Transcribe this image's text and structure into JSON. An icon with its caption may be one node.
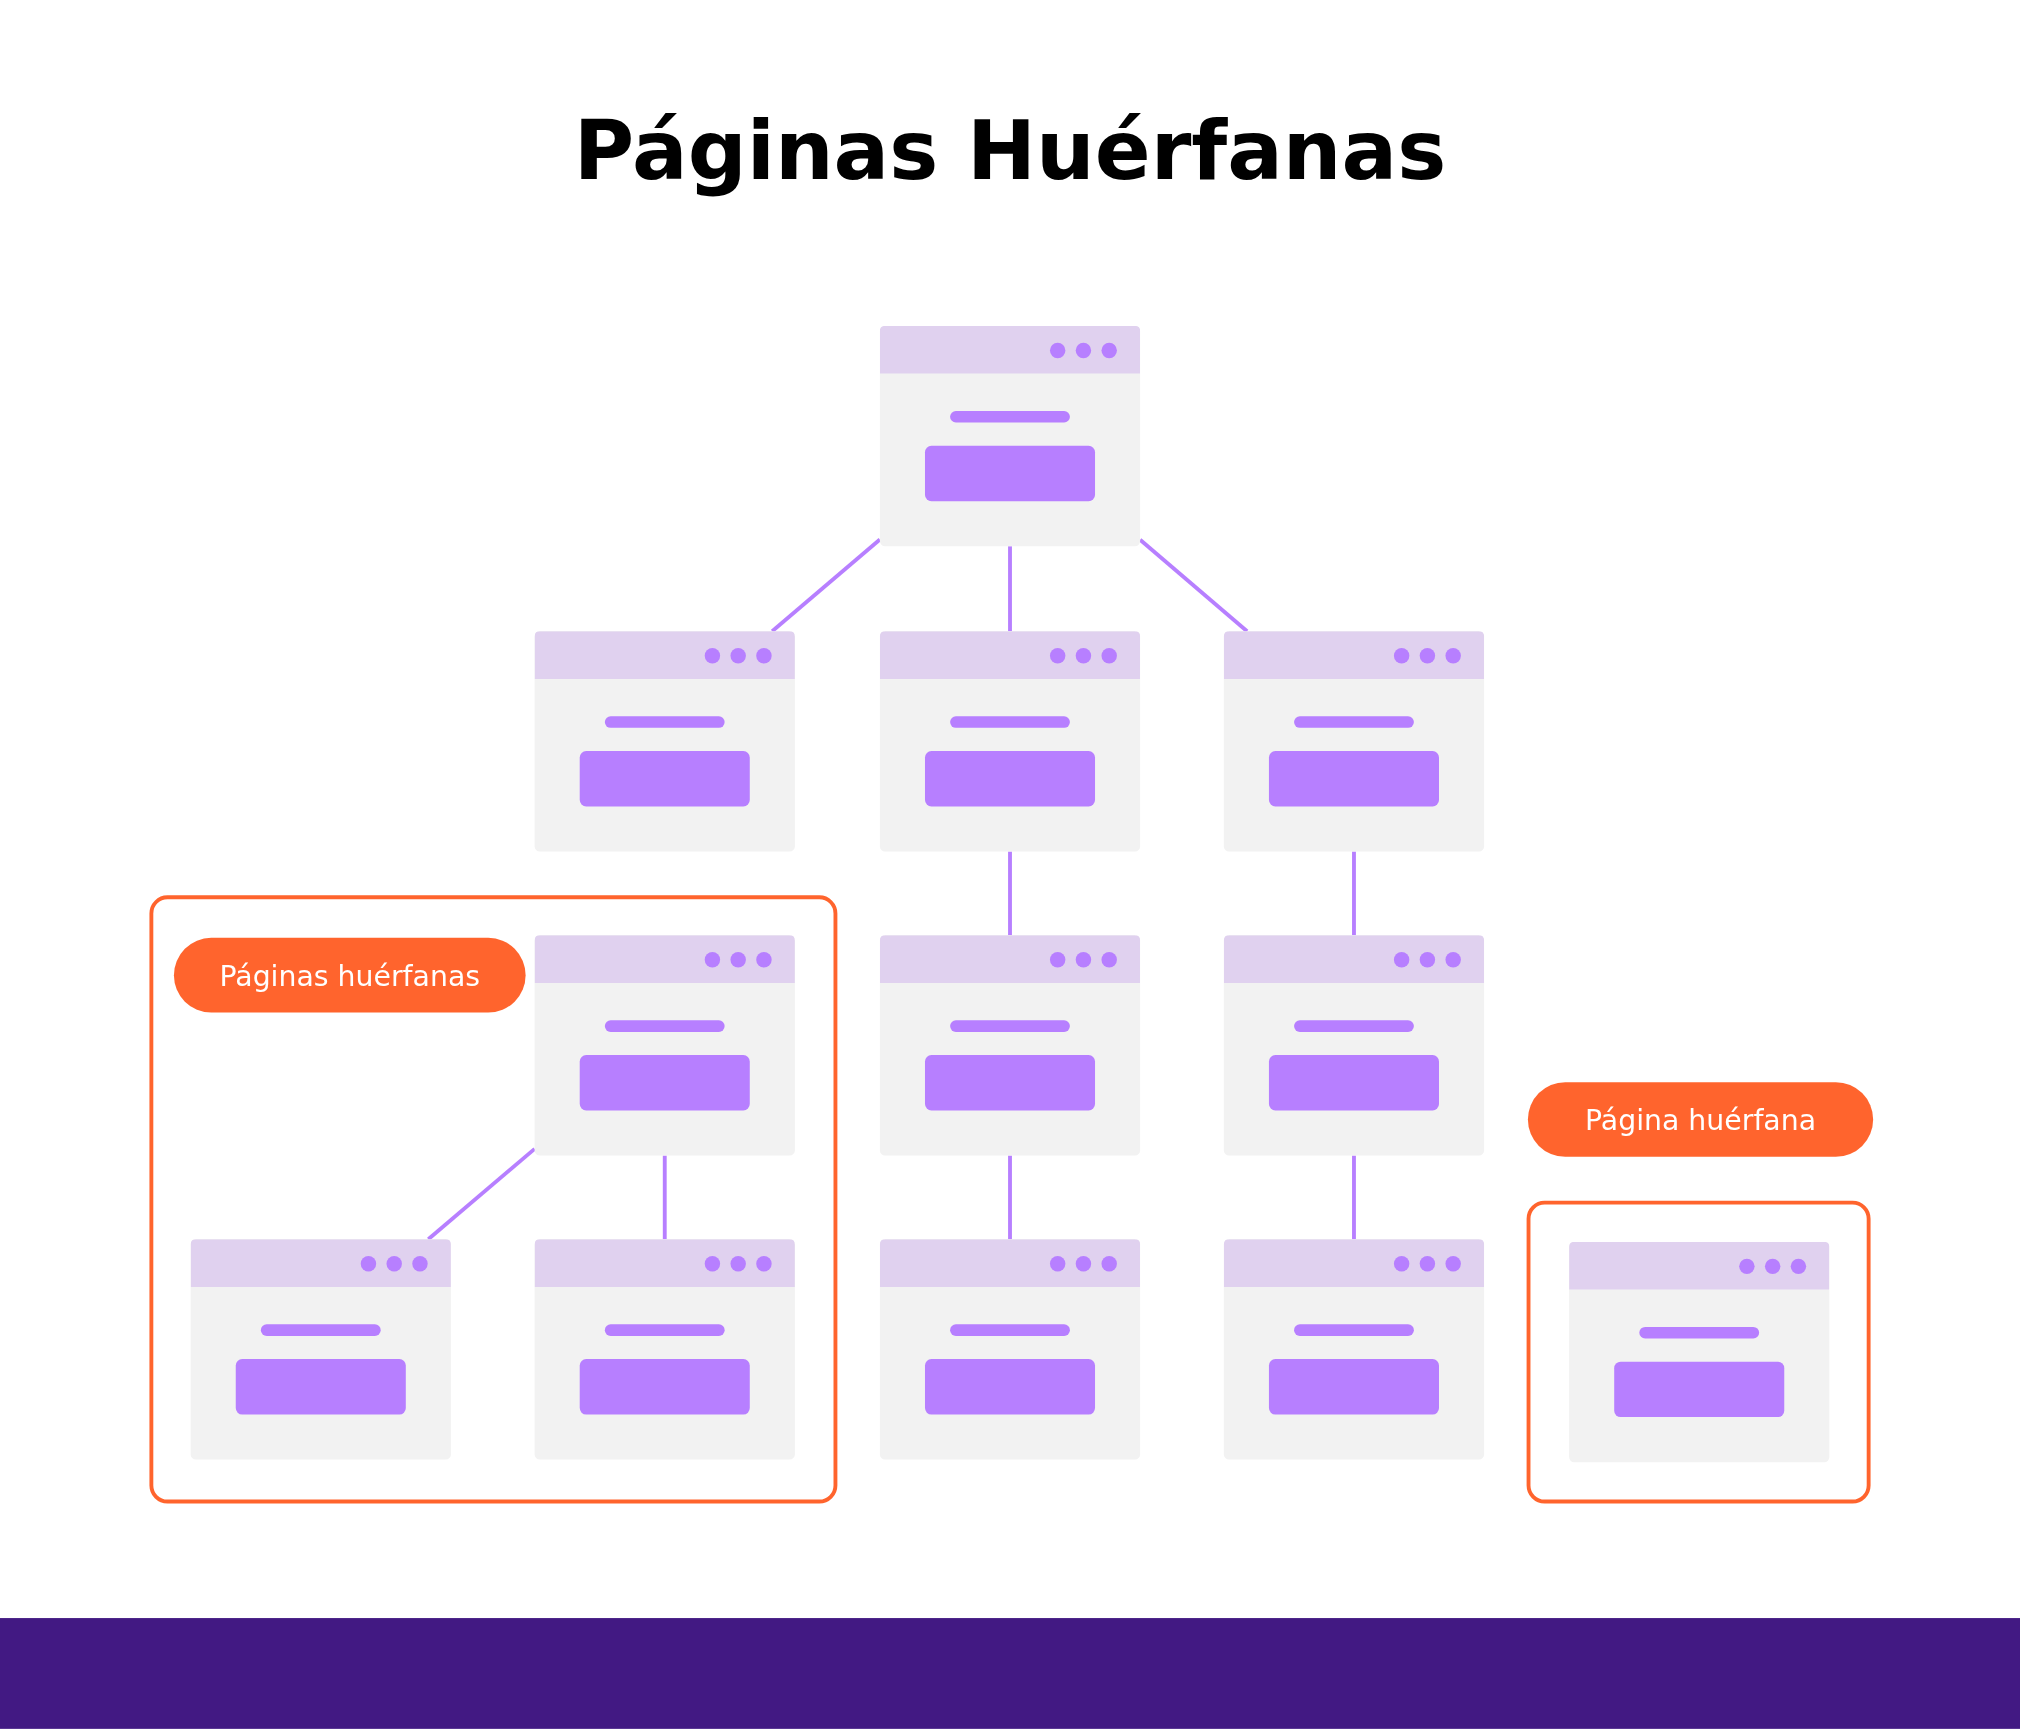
{
  "diagram": {
    "title": "Páginas Huérfanas",
    "nodes": [
      {
        "text": [],
        "shape": "box"
      },
      {
        "text": [],
        "shape": "box"
      },
      {
        "text": [],
        "shape": "box"
      },
      {
        "text": [],
        "shape": "box"
      },
      {
        "text": [
          "Páginas huérfanas"
        ]
      },
      {
        "text": [],
        "shape": "box",
        "in": 4
      },
      {
        "text": [],
        "shape": "box"
      },
      {
        "text": [],
        "shape": "box"
      },
      {
        "text": [],
        "shape": "box",
        "in": 4
      },
      {
        "text": [],
        "shape": "box",
        "in": 4
      },
      {
        "text": [],
        "shape": "box"
      },
      {
        "text": [],
        "shape": "box"
      },
      {
        "text": [
          "Página huérfana"
        ]
      },
      {
        "text": [],
        "shape": "box",
        "in": 12
      }
    ],
    "edges": [
      {
        "from": 0,
        "to": 1,
        "arrow": "none"
      },
      {
        "from": 0,
        "to": 2,
        "arrow": "none"
      },
      {
        "from": 0,
        "to": 3,
        "arrow": "none"
      },
      {
        "from": 2,
        "to": 6,
        "arrow": "none"
      },
      {
        "from": 3,
        "to": 7,
        "arrow": "none"
      },
      {
        "from": 5,
        "to": 8,
        "arrow": "none"
      },
      {
        "from": 5,
        "to": 9,
        "arrow": "none"
      },
      {
        "from": 6,
        "to": 10,
        "arrow": "none"
      },
      {
        "from": 7,
        "to": 11,
        "arrow": "none"
      }
    ]
  }
}
